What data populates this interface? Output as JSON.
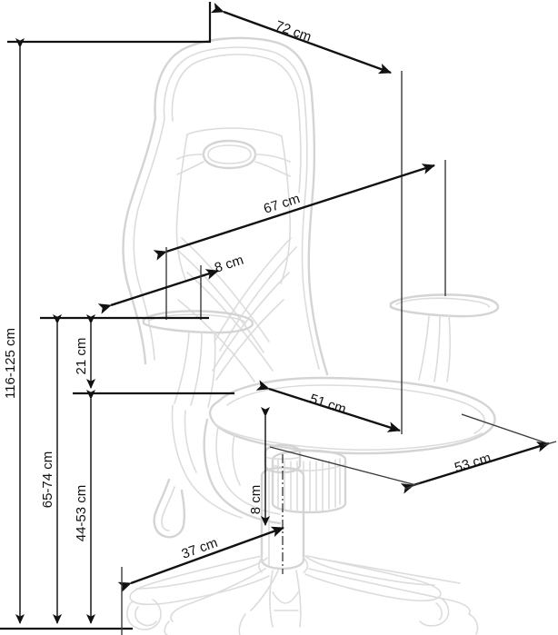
{
  "drawing": {
    "title": "Gaming chair dimension drawing",
    "subject": "gaming-chair",
    "units": "cm",
    "line_color": "#d4d4d4",
    "dimension_color": "#111111",
    "background": "#ffffff"
  },
  "dimensions": {
    "overall_width": "72 cm",
    "backrest_height": "67 cm",
    "lumbar_offset": "8 cm",
    "total_height": "116-125 cm",
    "armrest_height": "65-74 cm",
    "armrest_to_seat": "21 cm",
    "seat_height": "44-53 cm",
    "seat_depth": "51 cm",
    "base_depth": "53 cm",
    "seat_thickness": "8 cm",
    "base_radius": "37 cm"
  },
  "labels": [
    {
      "id": "width-72",
      "text": "72 cm"
    },
    {
      "id": "backrest-67",
      "text": "67 cm"
    },
    {
      "id": "lumbar-8",
      "text": "8 cm"
    },
    {
      "id": "total-116-125",
      "text": "116-125 cm"
    },
    {
      "id": "armrest-65-74",
      "text": "65-74 cm"
    },
    {
      "id": "armrest-seat-21",
      "text": "21 cm"
    },
    {
      "id": "seat-44-53",
      "text": "44-53 cm"
    },
    {
      "id": "seat-depth-51",
      "text": "51 cm"
    },
    {
      "id": "base-depth-53",
      "text": "53 cm"
    },
    {
      "id": "seat-thickness-8",
      "text": "8 cm"
    },
    {
      "id": "base-radius-37",
      "text": "37 cm"
    }
  ]
}
